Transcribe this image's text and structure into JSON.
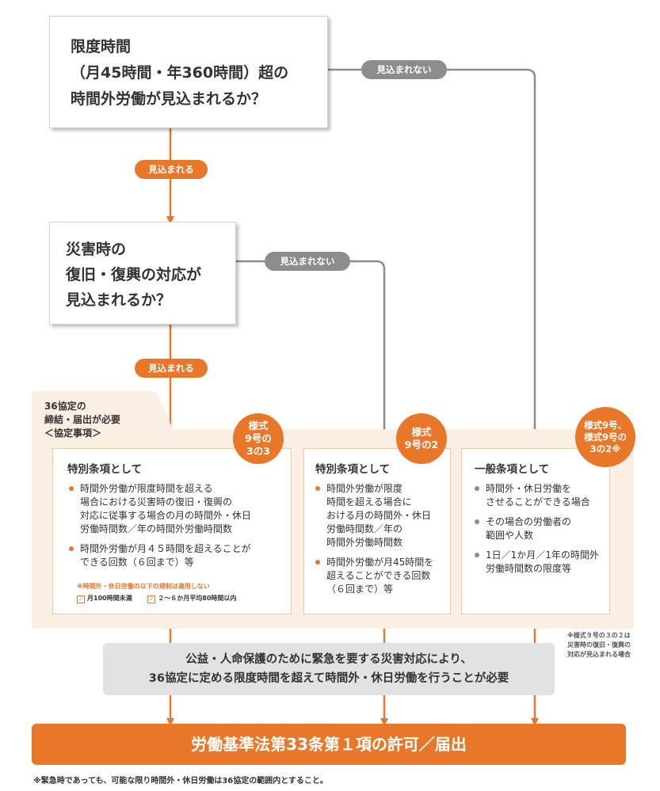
{
  "colors": {
    "orange": "#e8772a",
    "gray": "#8c8c8c",
    "panel": "#fbeee2",
    "light_gray": "#e2e2e2"
  },
  "q1": {
    "text": "限度時間\n（月45時間・年360時間）超の\n時間外労働が見込まれるか？"
  },
  "q2": {
    "text": "災害時の\n復旧・復興の対応が\n見込まれるか？"
  },
  "labels": {
    "yes": "見込まれる",
    "no": "見込まれない"
  },
  "panel": {
    "header": "36協定の\n締結・届出が必要\n＜協定事項＞"
  },
  "cards": [
    {
      "badge": "様式\n9号の\n3の3",
      "title": "特別条項として",
      "items": [
        "時間外労働が限度時間を超える\n場合における災害時の復旧・復興の\n対応に従事する場合の月の時間外・休日\n労働時間数／年の時間外労働時間数",
        "時間外労働が月４５時間を超えることが\nできる回数（６回まで）等"
      ],
      "note": "※時間外・休日労働の以下の規制は適用しない",
      "checks": [
        "月100時間未満",
        "２～６か月平均80時間以内"
      ]
    },
    {
      "badge": "様式\n9号の2",
      "title": "特別条項として",
      "items": [
        "時間外労働が限度\n時間を超える場合に\nおける月の時間外・休日\n労働時間数／年の\n時間外労働時間数",
        "時間外労働が月45時間を\n超えることができる回数\n（６回まで）等"
      ]
    },
    {
      "badge": "様式9号、\n様式9号の\n3の2※",
      "title": "一般条項として",
      "items": [
        "時間外・休日労働を\nさせることができる場合",
        "その場合の労働者の\n範囲や人数",
        "1日／1か月／1年の時間外\n労働時間数の限度等"
      ]
    }
  ],
  "side_note": "※様式９号の３の２は\n災害時の復旧・復興の\n対応が見込まれる場合",
  "gray_box": "公益・人命保護のために緊急を要する災害対応により、\n36協定に定める限度時間を超えて時間外・休日労働を行うことが必要",
  "final_box": "労働基準法第33条第１項の許可／届出",
  "footnote": "※緊急時であっても、可能な限り時間外・休日労働は36協定の範囲内とすること。"
}
